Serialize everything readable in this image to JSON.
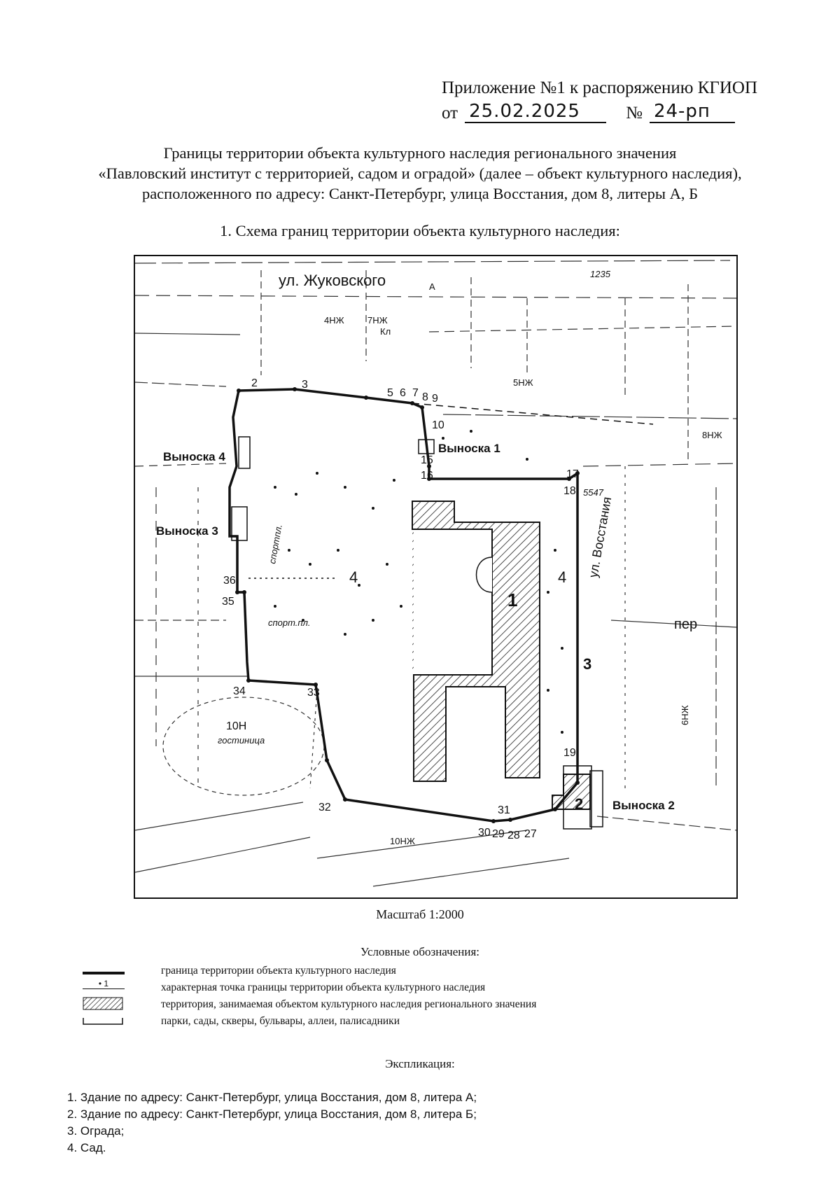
{
  "header": {
    "line1": "Приложение №1 к распоряжению КГИОП",
    "from_label": "от",
    "date": "25.02.2025",
    "number_label": "№",
    "number": "24-рп"
  },
  "title": {
    "line1": "Границы территории объекта культурного наследия регионального значения",
    "line2": "«Павловский институт с территорией, садом и оградой» (далее – объект культурного наследия),",
    "line3": "расположенного по адресу: Санкт-Петербург, улица Восстания, дом 8, литеры А, Б"
  },
  "scheme": {
    "heading": "1.   Схема границ территории объекта культурного наследия:",
    "scale": "Масштаб 1:2000",
    "map": {
      "street_top": "ул. Жуковского",
      "street_right": "ул. Восстания",
      "lane": "пер",
      "callouts": [
        "Выноска 1",
        "Выноска 2",
        "Выноска 3",
        "Выноска 4"
      ],
      "parts": [
        "1",
        "2",
        "3",
        "4",
        "4"
      ],
      "points": [
        "2",
        "3",
        "5",
        "6",
        "7",
        "8",
        "9",
        "10",
        "15",
        "16",
        "17",
        "18",
        "19",
        "27",
        "28",
        "29",
        "30",
        "31",
        "32",
        "33",
        "34",
        "35",
        "36"
      ],
      "labels": [
        "спорт.пл.",
        "спортпл.",
        "гостиница",
        "10Н",
        "5НЖ",
        "4НЖ",
        "7НЖ",
        "10НЖ",
        "6НЖ",
        "8НЖ",
        "Кл",
        "А",
        "1235",
        "5547"
      ]
    }
  },
  "legend": {
    "title": "Условные обозначения:",
    "point_symbol": "1",
    "items": [
      "граница территории объекта культурного наследия",
      "характерная точка границы территории объекта культурного наследия",
      "территория, занимаемая объектом культурного наследия регионального значения",
      "парки, сады, скверы, бульвары, аллеи, палисадники"
    ]
  },
  "explication": {
    "title": "Экспликация:",
    "items": [
      "1. Здание по адресу: Санкт-Петербург, улица Восстания, дом 8, литера А;",
      "2. Здание по адресу: Санкт-Петербург, улица Восстания, дом 8, литера Б;",
      "3. Ограда;",
      "4. Сад."
    ]
  },
  "colors": {
    "ink": "#111111",
    "paper": "#ffffff"
  }
}
